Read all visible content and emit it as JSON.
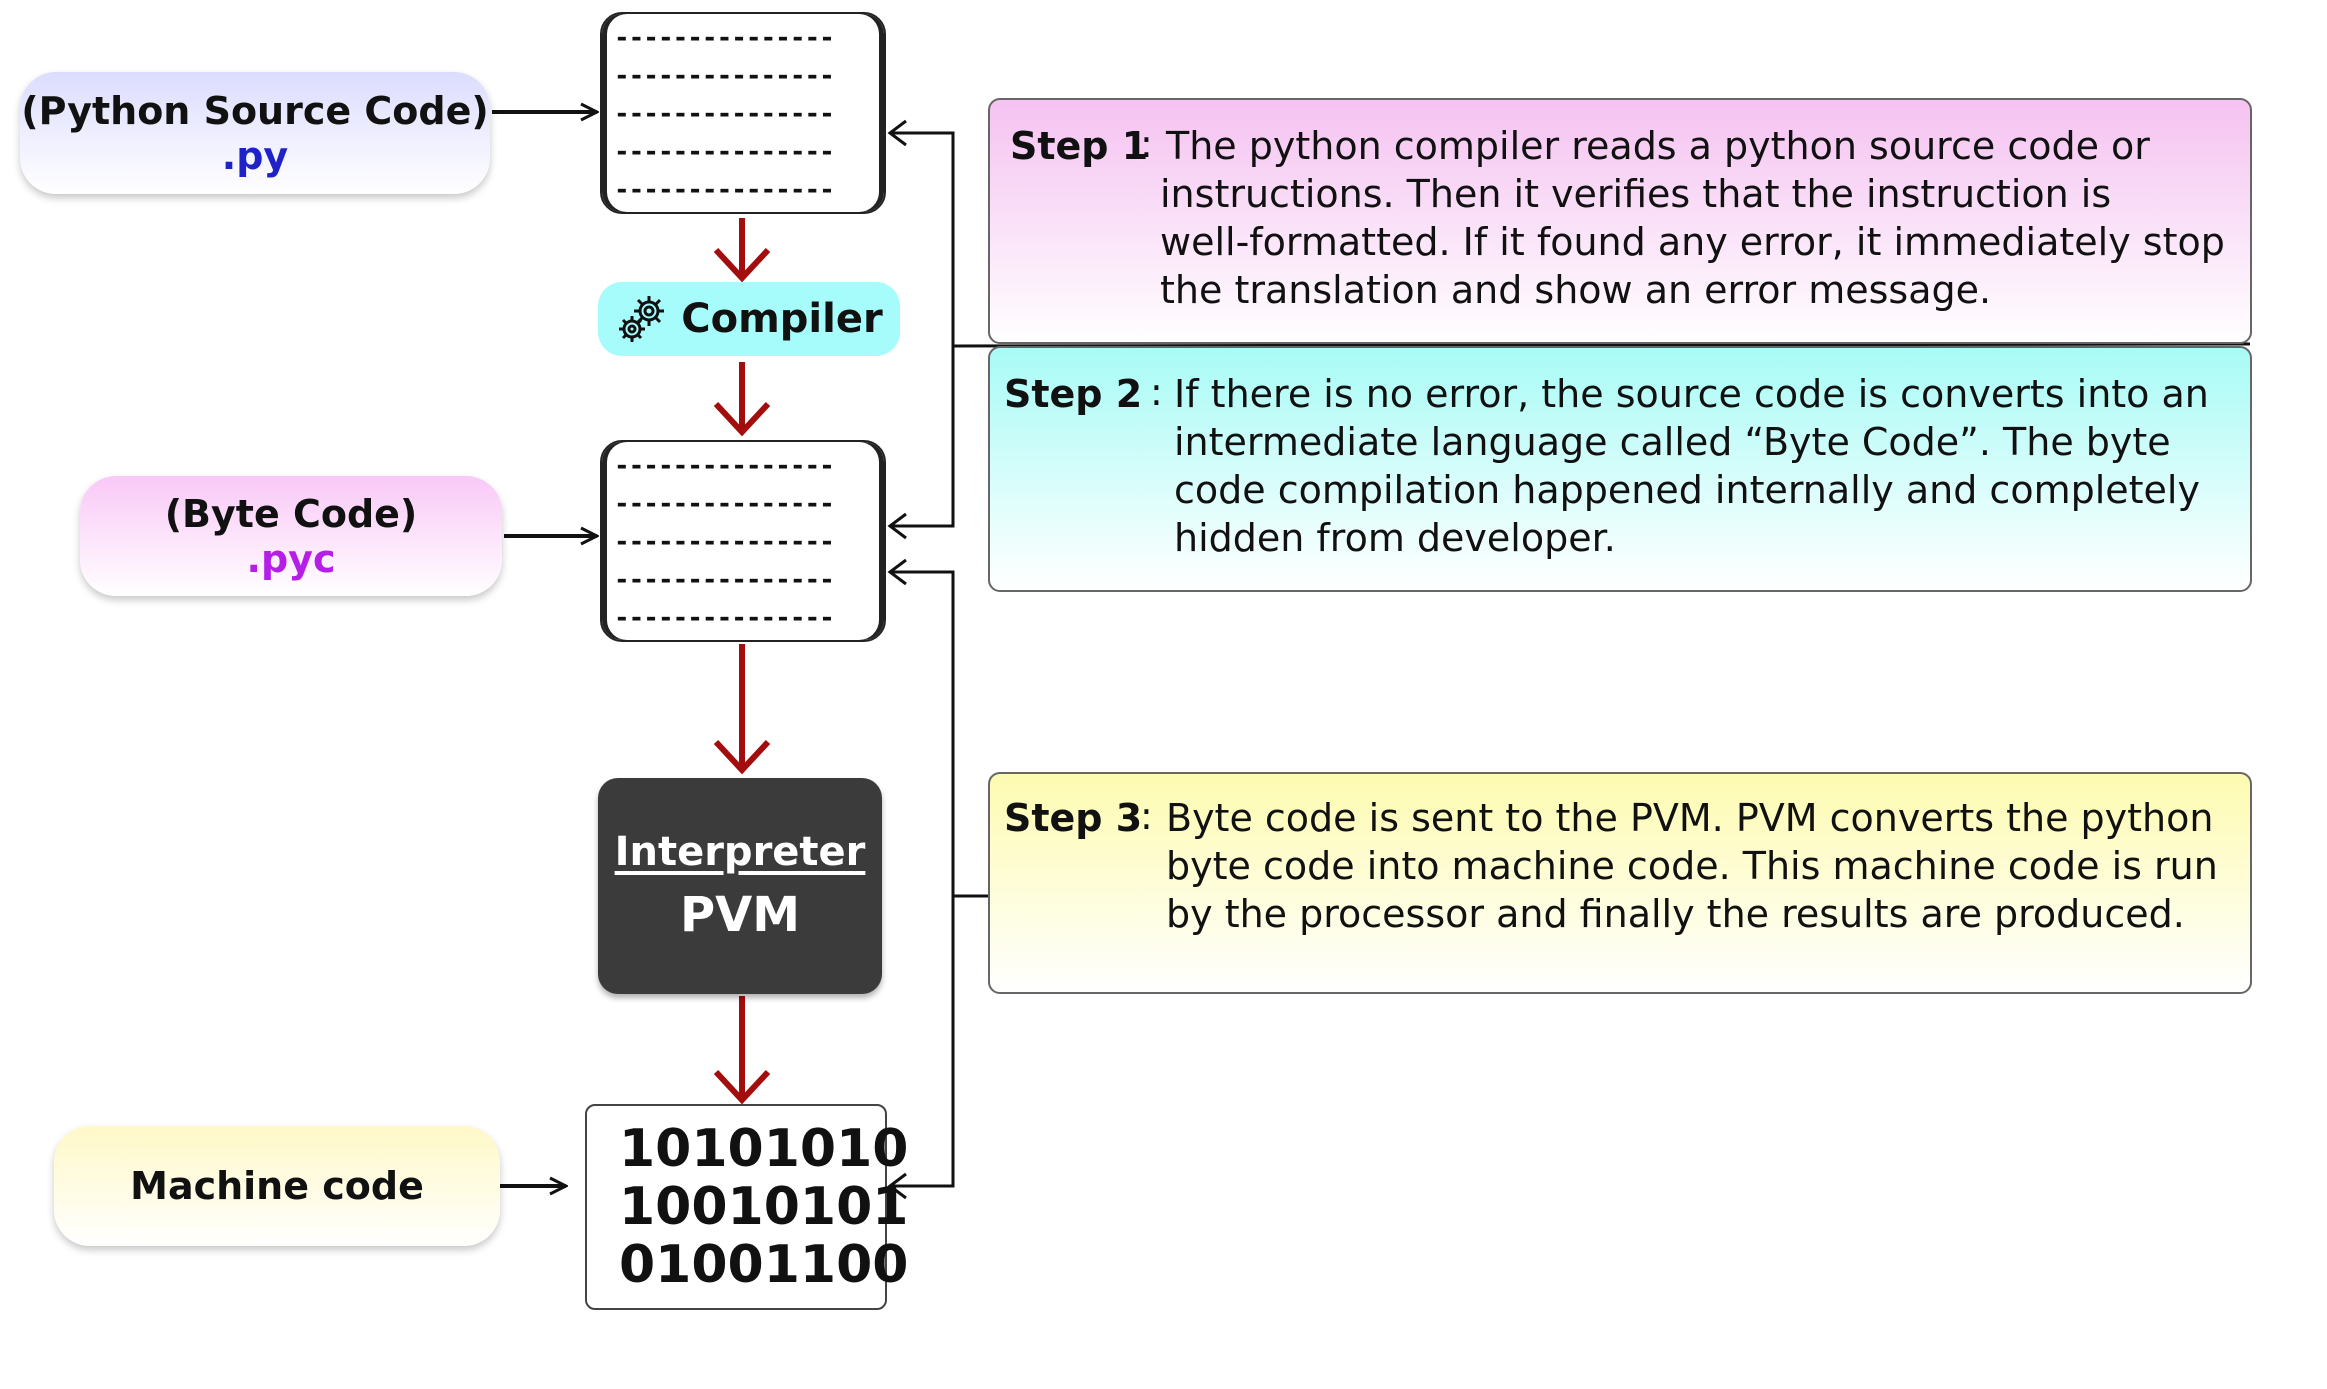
{
  "source": {
    "label": "(Python Source Code)",
    "ext": ".py",
    "ext_color": "#1e22c8"
  },
  "bytecode": {
    "label": "(Byte Code)",
    "ext": ".pyc",
    "ext_color": "#b41ee6"
  },
  "machine": {
    "label": "Machine code",
    "bits": [
      "10101010",
      "10010101",
      "01001100"
    ]
  },
  "doc_line": "---------------",
  "compiler": {
    "label": "Compiler"
  },
  "interpreter": {
    "label": "Interpreter",
    "sublabel": "PVM"
  },
  "steps": [
    {
      "label": "Step 1",
      "sep": ":",
      "lines": [
        "The python compiler reads a python source code or",
        "instructions. Then it verifies that the instruction is",
        "well-formatted. If it found any error, it immediately stop",
        "the translation and show an error message."
      ]
    },
    {
      "label": "Step 2",
      "sep": ":",
      "lines": [
        "If there is no error, the source code is converts into an",
        "intermediate language called “Byte Code”. The byte",
        "code compilation happened internally and completely",
        "hidden from developer."
      ]
    },
    {
      "label": "Step 3",
      "sep": ":",
      "lines": [
        "Byte code is sent to the PVM. PVM converts the python",
        "byte code into machine code. This machine code is run",
        "by the processor and finally the results are produced."
      ]
    }
  ],
  "colors": {
    "flow_arrow": "#a30d0d",
    "connector": "#111111"
  }
}
